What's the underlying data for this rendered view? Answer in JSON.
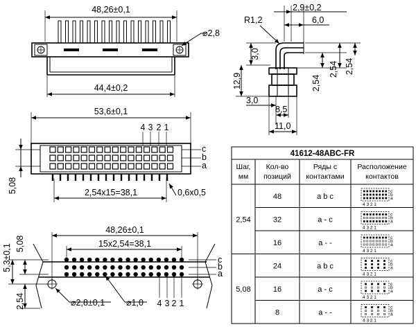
{
  "front_view": {
    "width_overall": "48,26±0,1",
    "hole_dia": "⌀2,8",
    "body_width": "44,4±0,2"
  },
  "side_view": {
    "top_dim": "2,9±0,2",
    "radius": "R1,2",
    "dim_6": "6,0",
    "dim_3_top": "3,0",
    "dim_12_9": "12,9",
    "dim_2_54_a": "2,54",
    "dim_2_54_b": "2,54",
    "dim_2_54_c": "2,54",
    "dim_3_bottom": "3,0",
    "dim_8_5": "8,5",
    "dim_11": "11,0"
  },
  "pin_view": {
    "width": "53,6±0,1",
    "col_nums": [
      "4",
      "3",
      "2",
      "1"
    ],
    "row_letters": [
      "c",
      "b",
      "a"
    ],
    "height": "5,08",
    "pitch_dim": "2,54x15=38,1",
    "pin_size": "0,6x0,5"
  },
  "footprint": {
    "width": "48,26±0,1",
    "pitch_dim": "15x2,54=38,1",
    "h_5_3": "5,3±0,1",
    "h_5_08": "5,08",
    "h_2_54": "2,54",
    "hole_mount": "⌀2,8±0,1",
    "hole_pin": "⌀1,0",
    "col_nums": [
      "4",
      "3",
      "2",
      "1"
    ],
    "row_letters": [
      "c",
      "b",
      "a"
    ]
  },
  "table": {
    "title": "41612-48ABC-FR",
    "headers": [
      "Шаг,\nмм",
      "Кол-во\nпозиций",
      "Ряды с\nконтактами",
      "Расположение\nконтактов"
    ],
    "groups": [
      {
        "pitch": "2,54",
        "rows": [
          {
            "count": "48",
            "rows_text": "a b c"
          },
          {
            "count": "32",
            "rows_text": "a - c"
          },
          {
            "count": "16",
            "rows_text": "a - -"
          }
        ]
      },
      {
        "pitch": "5,08",
        "rows": [
          {
            "count": "24",
            "rows_text": "a b c"
          },
          {
            "count": "16",
            "rows_text": "a - c"
          },
          {
            "count": "8",
            "rows_text": "a - -"
          }
        ]
      }
    ],
    "mini_labels": {
      "cols": "4 3 2 1",
      "rows": [
        "c",
        "b",
        "a"
      ]
    }
  }
}
